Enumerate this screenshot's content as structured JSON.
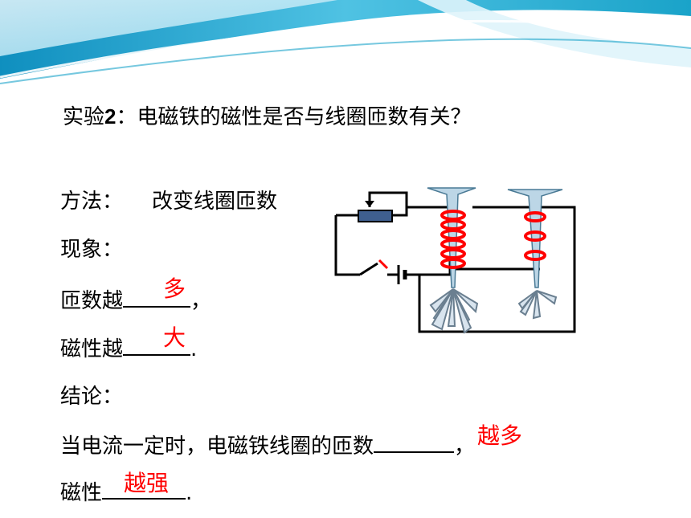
{
  "slide": {
    "title_prefix": "实验",
    "title_number": "2",
    "title_rest": "：电磁铁的磁性是否与线圈匝数有关？",
    "method_label": "方法：",
    "method_text": "改变线圈匝数",
    "phenomenon_label": "现象：",
    "turns_prefix": "匝数越",
    "turns_suffix": "，",
    "turns_answer": "多",
    "magnet_prefix": "磁性越",
    "magnet_suffix": ".",
    "magnet_answer": "大",
    "conclusion_label": "结论：",
    "conclusion_text": "当电流一定时，电磁铁线圈的匝数",
    "conclusion_suffix": "，",
    "conclusion_answer": "越多",
    "final_prefix": "磁性",
    "final_suffix": ".",
    "final_answer": "越强"
  },
  "colors": {
    "banner_dark": "#1aa3c9",
    "banner_light": "#bfe8f5",
    "answer": "#ff0000",
    "coil": "#ff0000",
    "wire": "#000000",
    "battery": "#3f5f8f"
  }
}
